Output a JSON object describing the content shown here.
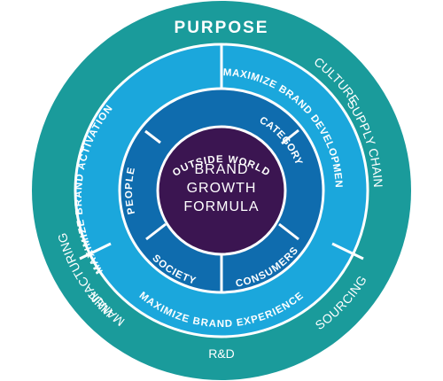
{
  "center": {
    "line1": "BRAND",
    "line2": "GROWTH",
    "line3": "FORMULA"
  },
  "outer_ring": {
    "top": "PURPOSE",
    "culture": "CULTURE",
    "supply_chain": "SUPPLY CHAIN",
    "sourcing": "SOURCING",
    "rd": "R&D",
    "nrm": "NRM",
    "manufacturing": "MANUFACTURING"
  },
  "middle_ring": {
    "activation": "MAXIMIZE BRAND ACTIVATION",
    "development": "MAXIMIZE BRAND DEVELOPMENT",
    "experience": "MAXIMIZE BRAND EXPERIENCE"
  },
  "inner_ring": {
    "outside_world": "OUTSIDE WORLD",
    "category": "CATEGORY",
    "consumers": "CONSUMERS",
    "society": "SOCIETY",
    "people": "PEOPLE"
  },
  "colors": {
    "outer_ring": "#1a9b9b",
    "middle_ring": "#1ba7dc",
    "inner_ring": "#0f6cae",
    "center": "#3b1551",
    "text_light": "#ffffff"
  }
}
